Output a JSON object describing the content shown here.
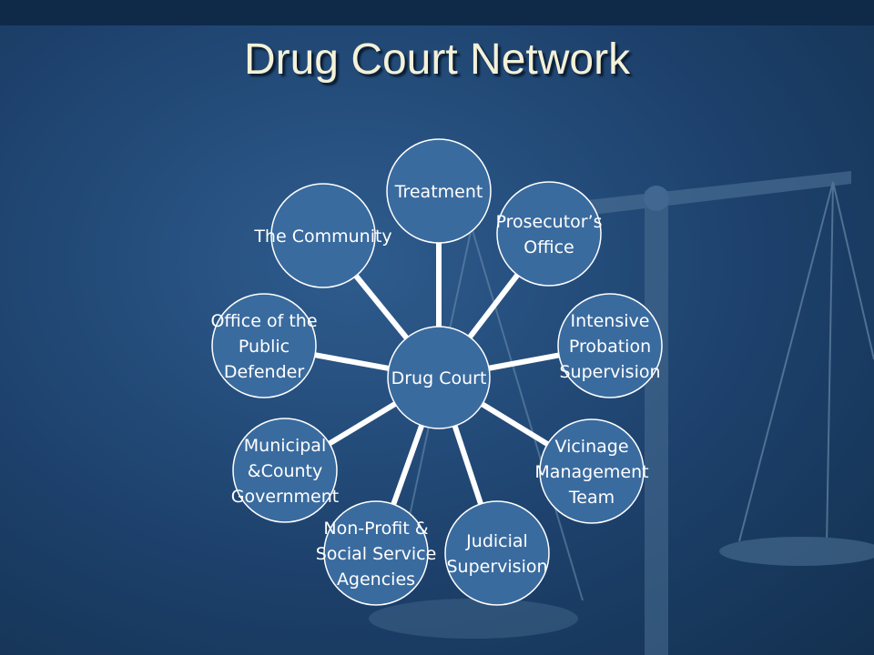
{
  "slide": {
    "title": "Drug Court Network"
  },
  "colors": {
    "node_fill": "#3a6b9f",
    "node_stroke": "#ffffff",
    "connector": "#ffffff",
    "title_text": "#f4f1d8"
  },
  "diagram": {
    "center": {
      "id": "drug-court",
      "lines": [
        "Drug Court"
      ]
    },
    "nodes": [
      {
        "id": "treatment",
        "lines": [
          "Treatment"
        ]
      },
      {
        "id": "prosecutors-office",
        "lines": [
          "Prosecutor’s",
          "Office"
        ]
      },
      {
        "id": "intensive-probation-supervision",
        "lines": [
          "Intensive",
          "Probation",
          "Supervision"
        ]
      },
      {
        "id": "vicinage-management-team",
        "lines": [
          "Vicinage",
          "Management",
          "Team"
        ]
      },
      {
        "id": "judicial-supervision",
        "lines": [
          "Judicial",
          "Supervision"
        ]
      },
      {
        "id": "non-profit-social-service-agencies",
        "lines": [
          "Non-Profit &",
          "Social Service",
          "Agencies"
        ]
      },
      {
        "id": "municipal-county-government",
        "lines": [
          "Municipal",
          "&County",
          "Government"
        ]
      },
      {
        "id": "office-of-the-public-defender",
        "lines": [
          "Office of the",
          "Public",
          "Defender"
        ]
      },
      {
        "id": "the-community",
        "lines": [
          "The Community"
        ]
      }
    ]
  }
}
